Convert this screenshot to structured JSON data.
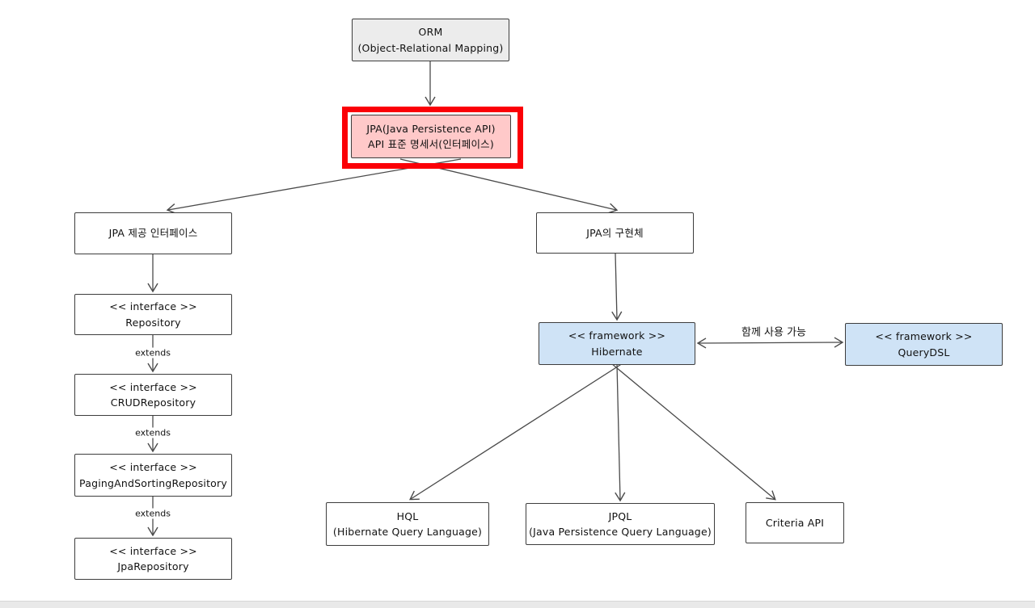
{
  "diagram": {
    "title": "ORM / JPA architecture diagram",
    "nodes": {
      "orm": {
        "line1": "ORM",
        "line2": "(Object-Relational Mapping)"
      },
      "jpa": {
        "line1": "JPA(Java Persistence API)",
        "line2": "API 표준 명세서(인터페이스)"
      },
      "jpa_interfaces": {
        "line1": "JPA 제공 인터페이스"
      },
      "repository": {
        "line1": "<< interface >>",
        "line2": "Repository"
      },
      "crud_repository": {
        "line1": "<< interface >>",
        "line2": "CRUDRepository"
      },
      "paging_repository": {
        "line1": "<< interface >>",
        "line2": "PagingAndSortingRepository"
      },
      "jpa_repository": {
        "line1": "<< interface >>",
        "line2": "JpaRepository"
      },
      "jpa_impl": {
        "line1": "JPA의 구현체"
      },
      "hibernate": {
        "line1": "<< framework >>",
        "line2": "Hibernate"
      },
      "querydsl": {
        "line1": "<< framework >>",
        "line2": "QueryDSL"
      },
      "hql": {
        "line1": "HQL",
        "line2": "(Hibernate Query Language)"
      },
      "jpql": {
        "line1": "JPQL",
        "line2": "(Java Persistence Query Language)"
      },
      "criteria": {
        "line1": "Criteria API"
      }
    },
    "edge_labels": {
      "extends1": "extends",
      "extends2": "extends",
      "extends3": "extends",
      "together": "함께 사용 가능"
    },
    "colors": {
      "highlight_border": "#fb0007",
      "pink_fill": "#ffc9c9",
      "blue_fill": "#cfe3f6",
      "gray_fill": "#ececec",
      "line": "#4a4a4a"
    }
  }
}
